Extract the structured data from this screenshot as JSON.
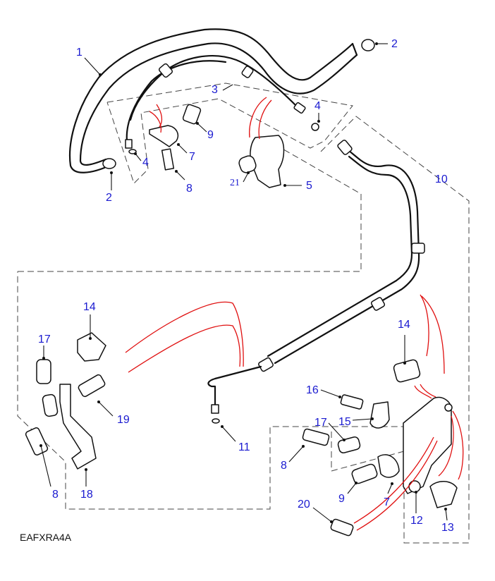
{
  "diagram": {
    "reference_code": "EAFXRA4A",
    "label_color": "#1a1ad0",
    "highlight_color": "#e01010",
    "callouts": [
      {
        "id": "c1",
        "text": "1"
      },
      {
        "id": "c2a",
        "text": "2"
      },
      {
        "id": "c2b",
        "text": "2"
      },
      {
        "id": "c3",
        "text": "3"
      },
      {
        "id": "c4a",
        "text": "4"
      },
      {
        "id": "c4b",
        "text": "4"
      },
      {
        "id": "c5",
        "text": "5"
      },
      {
        "id": "c7a",
        "text": "7"
      },
      {
        "id": "c7b",
        "text": "7"
      },
      {
        "id": "c8a",
        "text": "8"
      },
      {
        "id": "c8b",
        "text": "8"
      },
      {
        "id": "c8c",
        "text": "8"
      },
      {
        "id": "c9a",
        "text": "9"
      },
      {
        "id": "c9b",
        "text": "9"
      },
      {
        "id": "c10",
        "text": "10"
      },
      {
        "id": "c11",
        "text": "11"
      },
      {
        "id": "c12",
        "text": "12"
      },
      {
        "id": "c13",
        "text": "13"
      },
      {
        "id": "c14a",
        "text": "14"
      },
      {
        "id": "c14b",
        "text": "14"
      },
      {
        "id": "c15",
        "text": "15"
      },
      {
        "id": "c16",
        "text": "16"
      },
      {
        "id": "c17a",
        "text": "17"
      },
      {
        "id": "c17b",
        "text": "17"
      },
      {
        "id": "c18",
        "text": "18"
      },
      {
        "id": "c19",
        "text": "19"
      },
      {
        "id": "c20",
        "text": "20"
      },
      {
        "id": "c21",
        "text": "21"
      }
    ]
  }
}
